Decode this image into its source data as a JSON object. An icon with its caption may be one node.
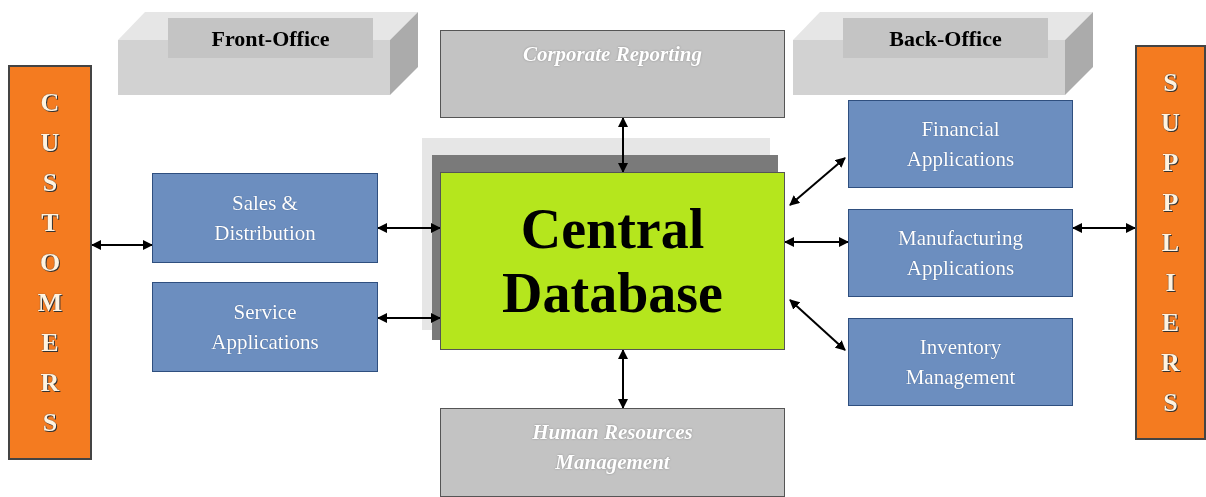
{
  "diagram": {
    "nodes": [
      {
        "text": [
          "Front-Office"
        ]
      },
      {
        "text": [
          "Corporate Reporting"
        ]
      },
      {
        "text": [
          "Back-Office"
        ]
      },
      {
        "text": [
          "CUSTOMERS"
        ]
      },
      {
        "text": [
          "SUPPLIERS"
        ]
      },
      {
        "text": [
          "Sales & Distribution"
        ]
      },
      {
        "text": [
          "Central Database"
        ]
      },
      {
        "text": [
          "Financial Applications"
        ]
      },
      {
        "text": [
          "Manufacturing Applications"
        ]
      },
      {
        "text": [
          "Service Applications"
        ]
      },
      {
        "text": [
          "Inventory Management"
        ]
      },
      {
        "text": [
          "Human Resources Management"
        ]
      }
    ],
    "edges": [
      {
        "from": 3,
        "to": 5,
        "arrow": "both"
      },
      {
        "from": 5,
        "to": 6,
        "arrow": "both"
      },
      {
        "from": 9,
        "to": 6,
        "arrow": "both"
      },
      {
        "from": 1,
        "to": 6,
        "arrow": "both"
      },
      {
        "from": 6,
        "to": 11,
        "arrow": "both"
      },
      {
        "from": 6,
        "to": 7,
        "arrow": "both"
      },
      {
        "from": 6,
        "to": 8,
        "arrow": "both"
      },
      {
        "from": 6,
        "to": 10,
        "arrow": "both"
      },
      {
        "from": 8,
        "to": 4,
        "arrow": "both"
      }
    ]
  }
}
